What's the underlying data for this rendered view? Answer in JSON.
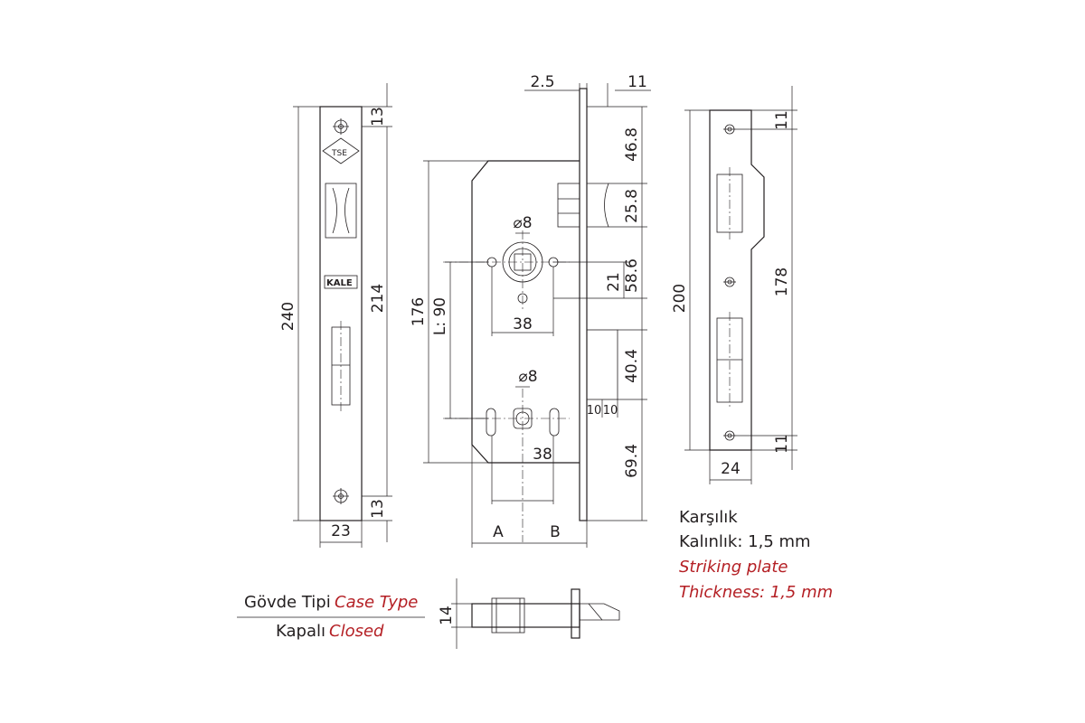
{
  "front_plate": {
    "dims": {
      "height_total": "240",
      "height_inner": "214",
      "top_offset": "13",
      "bottom_offset": "13",
      "width": "23"
    },
    "logos": {
      "tse": "TSE",
      "kale": "KALE"
    }
  },
  "lock_body": {
    "dims": {
      "backset_25": "2.5",
      "thickness_11": "11",
      "d_468": "46.8",
      "d_258": "25.8",
      "d_586": "58.6",
      "d_21": "21",
      "d_404": "40.4",
      "d_10a": "10",
      "d_10b": "10",
      "d_694": "69.4",
      "height_176": "176",
      "l90": "L: 90",
      "dia_top": "⌀8",
      "dia_bottom": "⌀8",
      "d_38_top": "38",
      "d_38_bottom": "38",
      "label_a": "A",
      "label_b": "B"
    }
  },
  "strike_plate": {
    "dims": {
      "d_11_top": "11",
      "d_11_bottom": "11",
      "d_200": "200",
      "d_178": "178",
      "d_24": "24"
    },
    "caption": {
      "line1": "Karşılık",
      "line2": "Kalınlık: 1,5 mm",
      "line3": "Striking plate",
      "line4": "Thickness: 1,5 mm"
    }
  },
  "case_type": {
    "label_tr": "Gövde Tipi",
    "label_en": "Case Type",
    "value_tr": "Kapalı",
    "value_en": "Closed",
    "dim_14": "14"
  },
  "colors": {
    "line": "#231f20",
    "accent": "#b41f24"
  }
}
